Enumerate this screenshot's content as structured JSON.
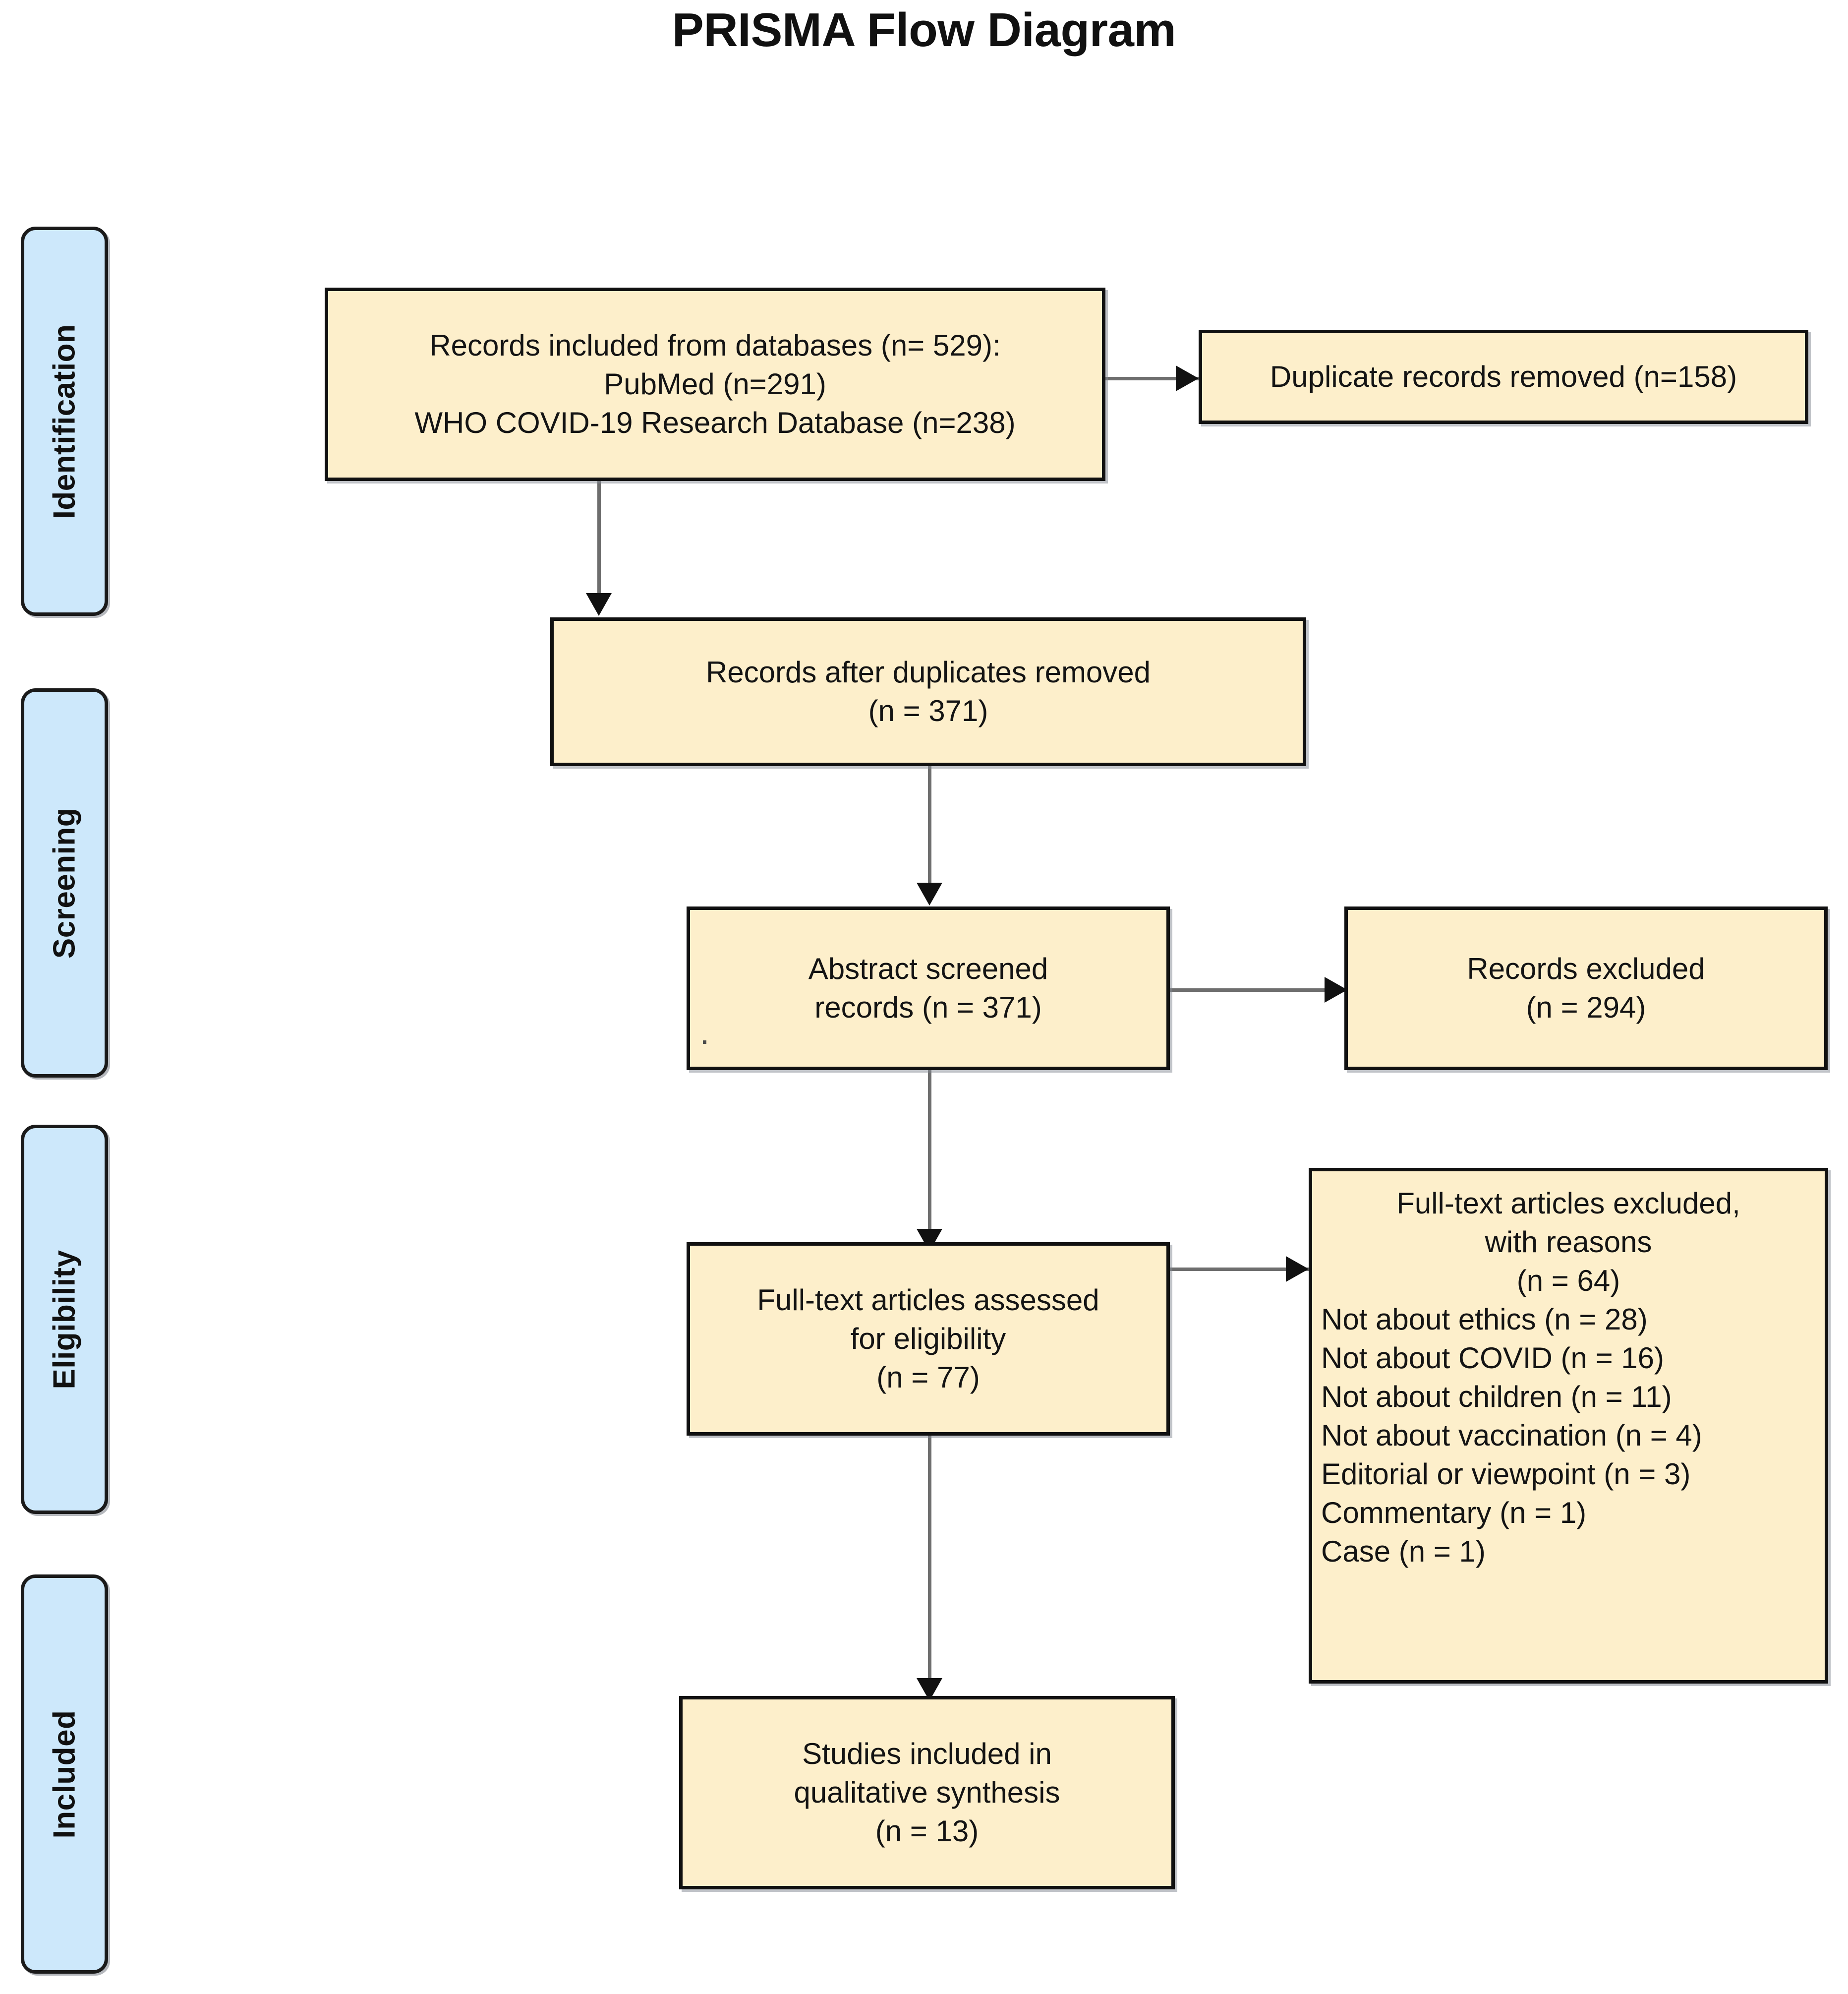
{
  "diagram": {
    "title": "PRISMA Flow Diagram",
    "colors": {
      "box_fill": "#fdefcb",
      "box_border": "#111111",
      "stage_fill": "#cde8fb",
      "stage_border": "#1a1a1a",
      "connector": "#6e6e6e",
      "arrowhead": "#111111",
      "background": "#ffffff"
    },
    "stages": [
      {
        "id": "identification",
        "label": "Identification"
      },
      {
        "id": "screening",
        "label": "Screening"
      },
      {
        "id": "eligibility",
        "label": "Eligibility"
      },
      {
        "id": "included",
        "label": "Included"
      }
    ],
    "nodes": {
      "records_identified": {
        "lines": [
          "Records included from databases (n= 529):",
          "PubMed (n=291)",
          "WHO COVID-19 Research Database (n=238)"
        ]
      },
      "duplicates_removed": {
        "lines": [
          "Duplicate records removed (n=158)"
        ]
      },
      "records_after_duplicates": {
        "lines": [
          "Records after duplicates removed",
          "(n = 371)"
        ]
      },
      "abstract_screened": {
        "lines": [
          "Abstract screened",
          "records (n = 371)"
        ]
      },
      "records_excluded": {
        "lines": [
          "Records excluded",
          "(n = 294)"
        ]
      },
      "fulltext_assessed": {
        "lines": [
          "Full-text articles assessed",
          "for eligibility",
          "(n = 77)"
        ]
      },
      "fulltext_excluded": {
        "header": [
          "Full-text articles excluded,",
          "with reasons",
          "(n = 64)"
        ],
        "reasons": [
          "Not about ethics (n = 28)",
          "Not about COVID (n = 16)",
          "Not about children (n = 11)",
          "Not about vaccination (n = 4)",
          "Editorial or viewpoint (n = 3)",
          "Commentary (n = 1)",
          "Case (n = 1)"
        ]
      },
      "studies_included": {
        "lines": [
          "Studies included in",
          "qualitative synthesis",
          "(n = 13)"
        ]
      }
    }
  },
  "chart_data": {
    "type": "diagram",
    "title": "PRISMA Flow Diagram",
    "flow": [
      {
        "stage": "Identification",
        "node": "Records included from databases",
        "n": 529,
        "sources": [
          {
            "name": "PubMed",
            "n": 291
          },
          {
            "name": "WHO COVID-19 Research Database",
            "n": 238
          }
        ]
      },
      {
        "stage": "Identification",
        "node": "Duplicate records removed",
        "n": 158
      },
      {
        "stage": "Screening",
        "node": "Records after duplicates removed",
        "n": 371
      },
      {
        "stage": "Screening",
        "node": "Abstract screened records",
        "n": 371
      },
      {
        "stage": "Screening",
        "node": "Records excluded",
        "n": 294
      },
      {
        "stage": "Eligibility",
        "node": "Full-text articles assessed for eligibility",
        "n": 77
      },
      {
        "stage": "Eligibility",
        "node": "Full-text articles excluded, with reasons",
        "n": 64,
        "reasons": [
          {
            "reason": "Not about ethics",
            "n": 28
          },
          {
            "reason": "Not about COVID",
            "n": 16
          },
          {
            "reason": "Not about children",
            "n": 11
          },
          {
            "reason": "Not about vaccination",
            "n": 4
          },
          {
            "reason": "Editorial or viewpoint",
            "n": 3
          },
          {
            "reason": "Commentary",
            "n": 1
          },
          {
            "reason": "Case",
            "n": 1
          }
        ]
      },
      {
        "stage": "Included",
        "node": "Studies included in qualitative synthesis",
        "n": 13
      }
    ]
  }
}
